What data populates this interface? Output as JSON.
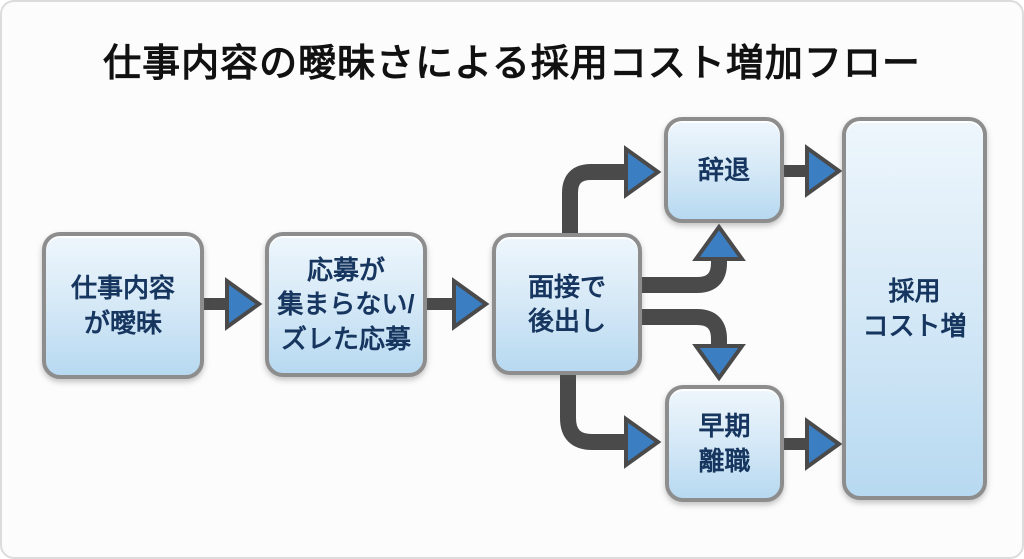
{
  "title": "仕事内容の曖昧さによる採用コスト増加フロー",
  "nodes": {
    "ambiguous_job": {
      "label": "仕事内容\nが曖昧"
    },
    "few_applicants": {
      "label": "応募が\n集まらない/\nズレた応募"
    },
    "late_disclosure": {
      "label": "面接で\n後出し"
    },
    "decline": {
      "label": "辞退"
    },
    "early_turnover": {
      "label": "早期\n離職"
    },
    "cost_increase": {
      "label": "採用\nコスト増"
    }
  },
  "edges": [
    {
      "from": "ambiguous_job",
      "to": "few_applicants",
      "route": "straight"
    },
    {
      "from": "few_applicants",
      "to": "late_disclosure",
      "route": "straight"
    },
    {
      "from": "late_disclosure",
      "to": "decline",
      "route": "up-then-right"
    },
    {
      "from": "late_disclosure",
      "to": "decline",
      "route": "right-then-up"
    },
    {
      "from": "late_disclosure",
      "to": "early_turnover",
      "route": "right-then-down"
    },
    {
      "from": "late_disclosure",
      "to": "early_turnover",
      "route": "down-then-right"
    },
    {
      "from": "decline",
      "to": "cost_increase",
      "route": "straight"
    },
    {
      "from": "early_turnover",
      "to": "cost_increase",
      "route": "straight"
    }
  ],
  "colors": {
    "background": "#fcfcfc",
    "title_text": "#111111",
    "node_fill_top": "#eef6fc",
    "node_fill_mid": "#d8eaf7",
    "node_fill_bottom": "#b7d9f1",
    "node_border": "#8d8d8d",
    "node_text": "#16355f",
    "arrow_shaft": "#4a4a4a",
    "arrow_head": "#3c7ec2"
  }
}
